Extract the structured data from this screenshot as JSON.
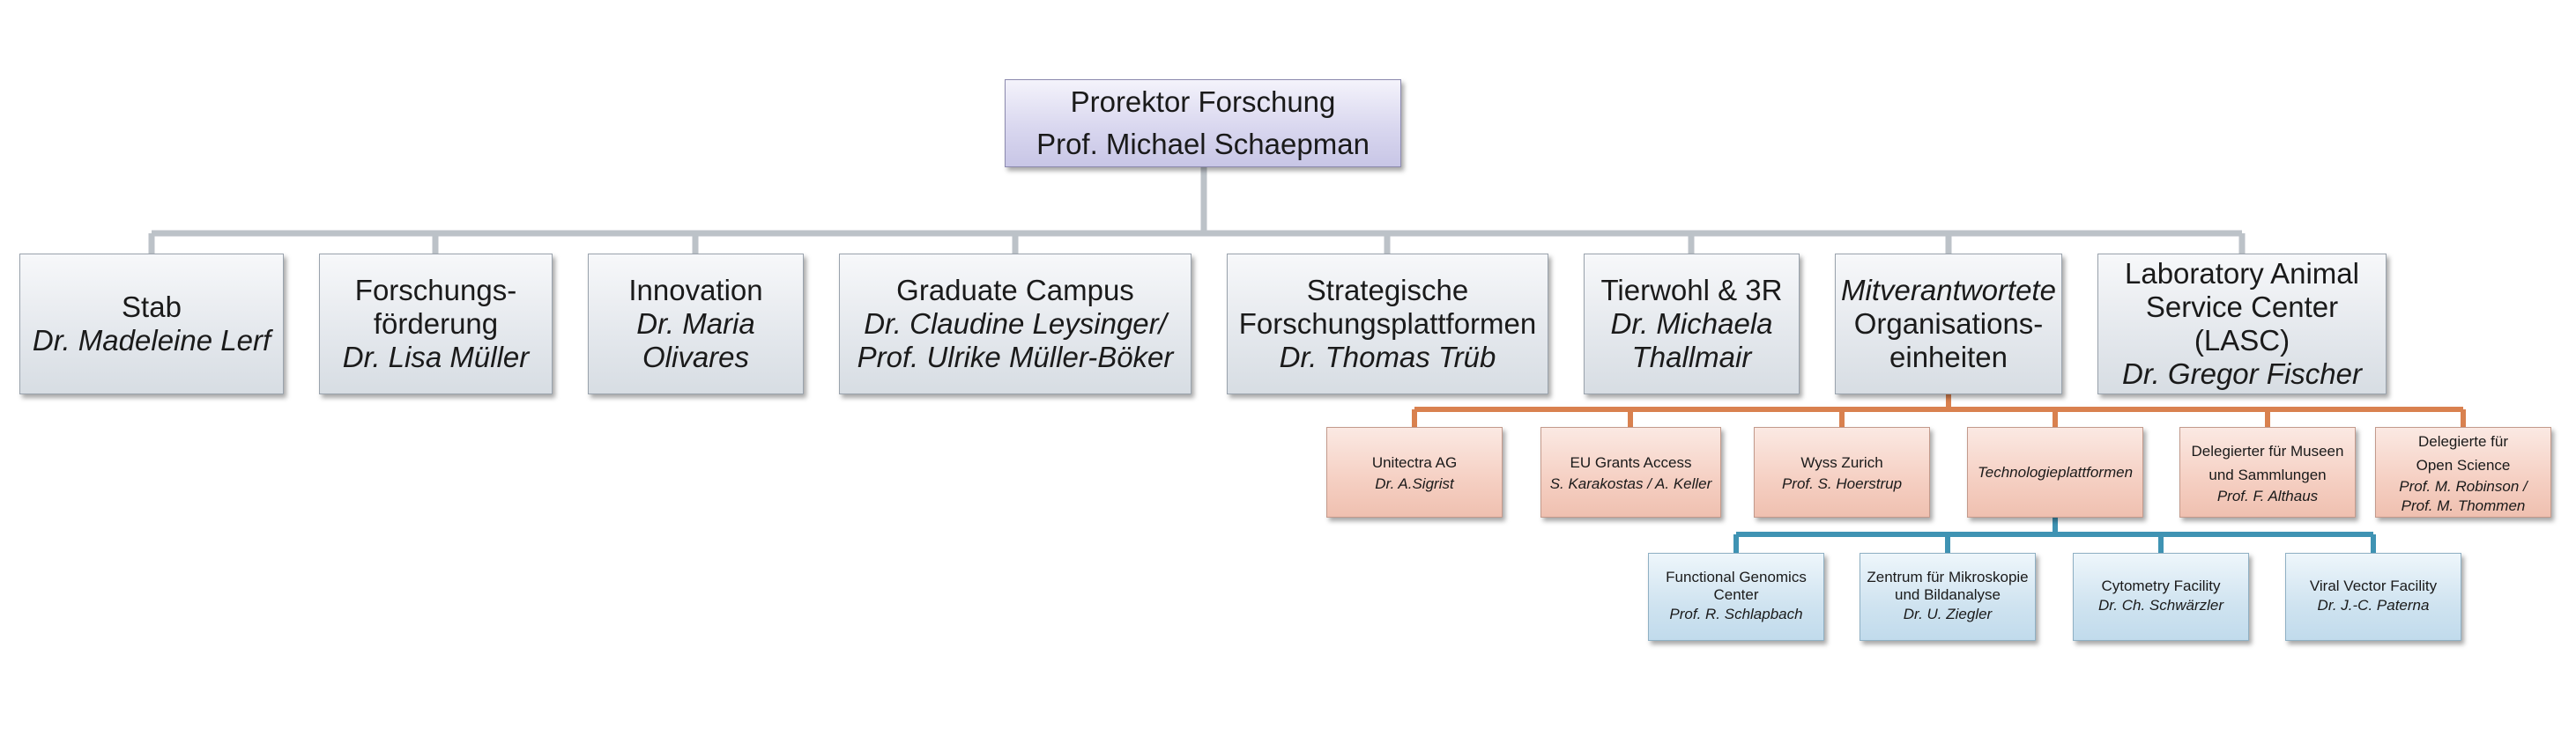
{
  "colors": {
    "top_connector": "#bcc2c8",
    "orange_connector": "#d9814f",
    "blue_connector": "#3f93b3"
  },
  "root": {
    "title": "Prorektor Forschung",
    "person": "Prof. Michael Schaepman"
  },
  "units": [
    {
      "lines": [
        "Stab"
      ],
      "person": [
        "Dr. Madeleine Lerf"
      ]
    },
    {
      "lines": [
        "Forschungs-",
        "förderung"
      ],
      "person": [
        "Dr. Lisa Müller"
      ]
    },
    {
      "lines": [
        "Innovation"
      ],
      "person": [
        "Dr. Maria",
        "Olivares"
      ]
    },
    {
      "lines": [
        "Graduate Campus"
      ],
      "person": [
        "Dr. Claudine Leysinger/",
        "Prof. Ulrike Müller-Böker"
      ]
    },
    {
      "lines": [
        "Strategische",
        "Forschungsplattformen"
      ],
      "person": [
        "Dr. Thomas Trüb"
      ]
    },
    {
      "lines": [
        "Tierwohl & 3R"
      ],
      "person": [
        "Dr. Michaela",
        "Thallmair"
      ]
    },
    {
      "lines": [
        "Mitverantwortete",
        "Organisations-",
        "einheiten"
      ],
      "person": []
    },
    {
      "lines": [
        "Laboratory Animal",
        "Service Center",
        "(LASC)"
      ],
      "person": [
        "Dr. Gregor Fischer"
      ]
    }
  ],
  "sub_units": [
    {
      "lines": [
        "Unitectra AG"
      ],
      "person": [
        "Dr. A.Sigrist"
      ]
    },
    {
      "lines": [
        "EU Grants Access"
      ],
      "person": [
        "S. Karakostas / A. Keller"
      ]
    },
    {
      "lines": [
        "Wyss Zurich"
      ],
      "person": [
        "Prof. S. Hoerstrup"
      ]
    },
    {
      "lines": [
        "Technologieplattformen"
      ],
      "person": []
    },
    {
      "lines": [
        "Delegierter für Museen",
        "und Sammlungen"
      ],
      "person": [
        "Prof. F. Althaus"
      ]
    },
    {
      "lines": [
        "Delegierte für",
        "Open Science"
      ],
      "person": [
        "Prof. M. Robinson /",
        "Prof. M. Thommen"
      ]
    }
  ],
  "platforms": [
    {
      "lines": [
        "Functional Genomics",
        "Center"
      ],
      "person": [
        "Prof. R. Schlapbach"
      ]
    },
    {
      "lines": [
        "Zentrum für Mikroskopie",
        "und Bildanalyse"
      ],
      "person": [
        "Dr. U. Ziegler"
      ]
    },
    {
      "lines": [
        "Cytometry Facility"
      ],
      "person": [
        "Dr. Ch. Schwärzler"
      ]
    },
    {
      "lines": [
        "Viral Vector Facility"
      ],
      "person": [
        "Dr. J.-C. Paterna"
      ]
    }
  ]
}
